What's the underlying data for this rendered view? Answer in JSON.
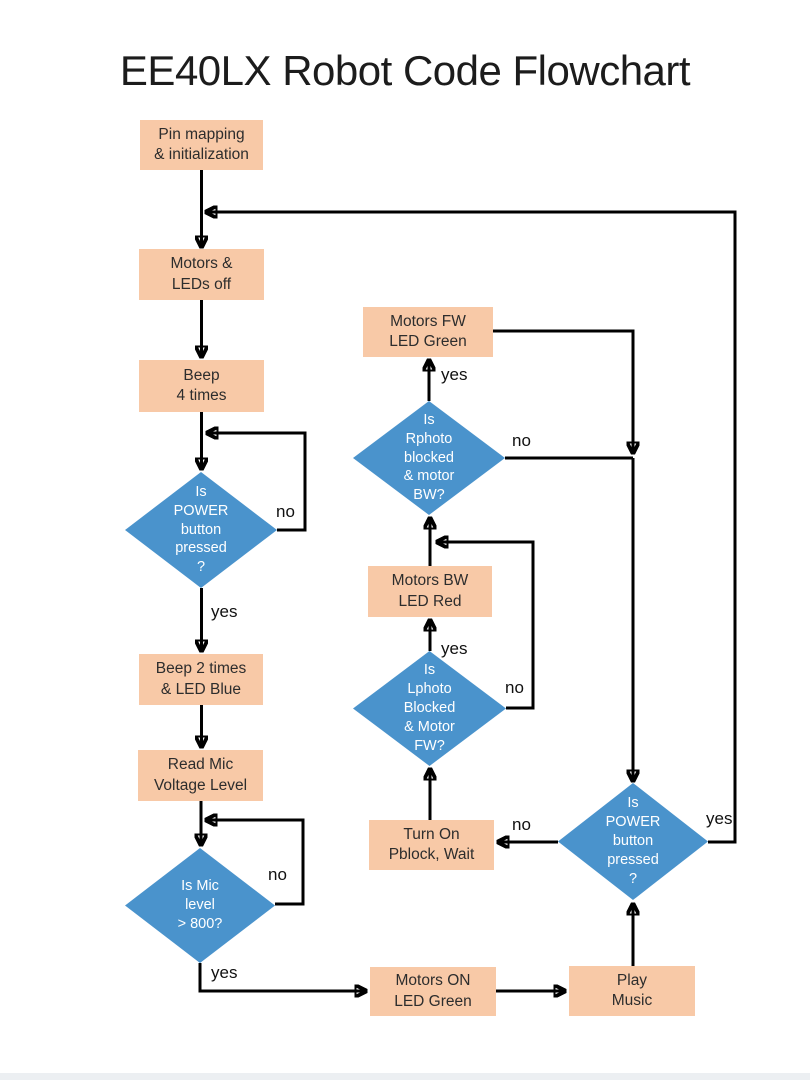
{
  "title": "EE40LX Robot Code Flowchart",
  "diagram_type": "flowchart",
  "colors": {
    "process_fill": "#F8C9A7",
    "decision_fill": "#4A93CC",
    "connector": "#000000",
    "footer_strip": "#ECEFF2"
  },
  "nodes": {
    "pin_init": "Pin mapping\n& initialization",
    "motors_leds_off": "Motors &\nLEDs off",
    "beep_4": "Beep\n4 times",
    "power_check_main": "Is\nPOWER\nbutton\npressed\n?",
    "beep_2": "Beep 2 times\n& LED Blue",
    "read_mic": "Read Mic\nVoltage Level",
    "mic_check": "Is Mic\nlevel\n> 800?",
    "motors_on": "Motors ON\nLED Green",
    "play_music": "Play\nMusic",
    "power_check_loop": "Is\nPOWER\nbutton\npressed\n?",
    "turn_on_pblock": "Turn On\nPblock, Wait",
    "lphoto_check": "Is\nLphoto\nBlocked\n& Motor\nFW?",
    "motors_bw": "Motors BW\nLED Red",
    "rphoto_check": "Is\nRphoto\nblocked\n& motor\nBW?",
    "motors_fw": "Motors FW\nLED Green"
  },
  "edges": [
    {
      "from": "pin_init",
      "to": "motors_leds_off",
      "label": ""
    },
    {
      "from": "motors_leds_off",
      "to": "beep_4",
      "label": ""
    },
    {
      "from": "beep_4",
      "to": "power_check_main",
      "label": ""
    },
    {
      "from": "power_check_main",
      "to": "power_check_main",
      "label": "no"
    },
    {
      "from": "power_check_main",
      "to": "beep_2",
      "label": "yes"
    },
    {
      "from": "beep_2",
      "to": "read_mic",
      "label": ""
    },
    {
      "from": "read_mic",
      "to": "mic_check",
      "label": ""
    },
    {
      "from": "mic_check",
      "to": "mic_check",
      "label": "no"
    },
    {
      "from": "mic_check",
      "to": "motors_on",
      "label": "yes"
    },
    {
      "from": "motors_on",
      "to": "play_music",
      "label": ""
    },
    {
      "from": "play_music",
      "to": "power_check_loop",
      "label": ""
    },
    {
      "from": "power_check_loop",
      "to": "turn_on_pblock",
      "label": "no"
    },
    {
      "from": "power_check_loop",
      "to": "motors_leds_off",
      "label": "yes"
    },
    {
      "from": "turn_on_pblock",
      "to": "lphoto_check",
      "label": ""
    },
    {
      "from": "lphoto_check",
      "to": "motors_bw",
      "label": "yes"
    },
    {
      "from": "lphoto_check",
      "to": "rphoto_check",
      "label": "no"
    },
    {
      "from": "motors_bw",
      "to": "rphoto_check",
      "label": ""
    },
    {
      "from": "rphoto_check",
      "to": "motors_fw",
      "label": "yes"
    },
    {
      "from": "rphoto_check",
      "to": "power_check_loop",
      "label": "no"
    },
    {
      "from": "motors_fw",
      "to": "power_check_loop",
      "label": ""
    }
  ]
}
